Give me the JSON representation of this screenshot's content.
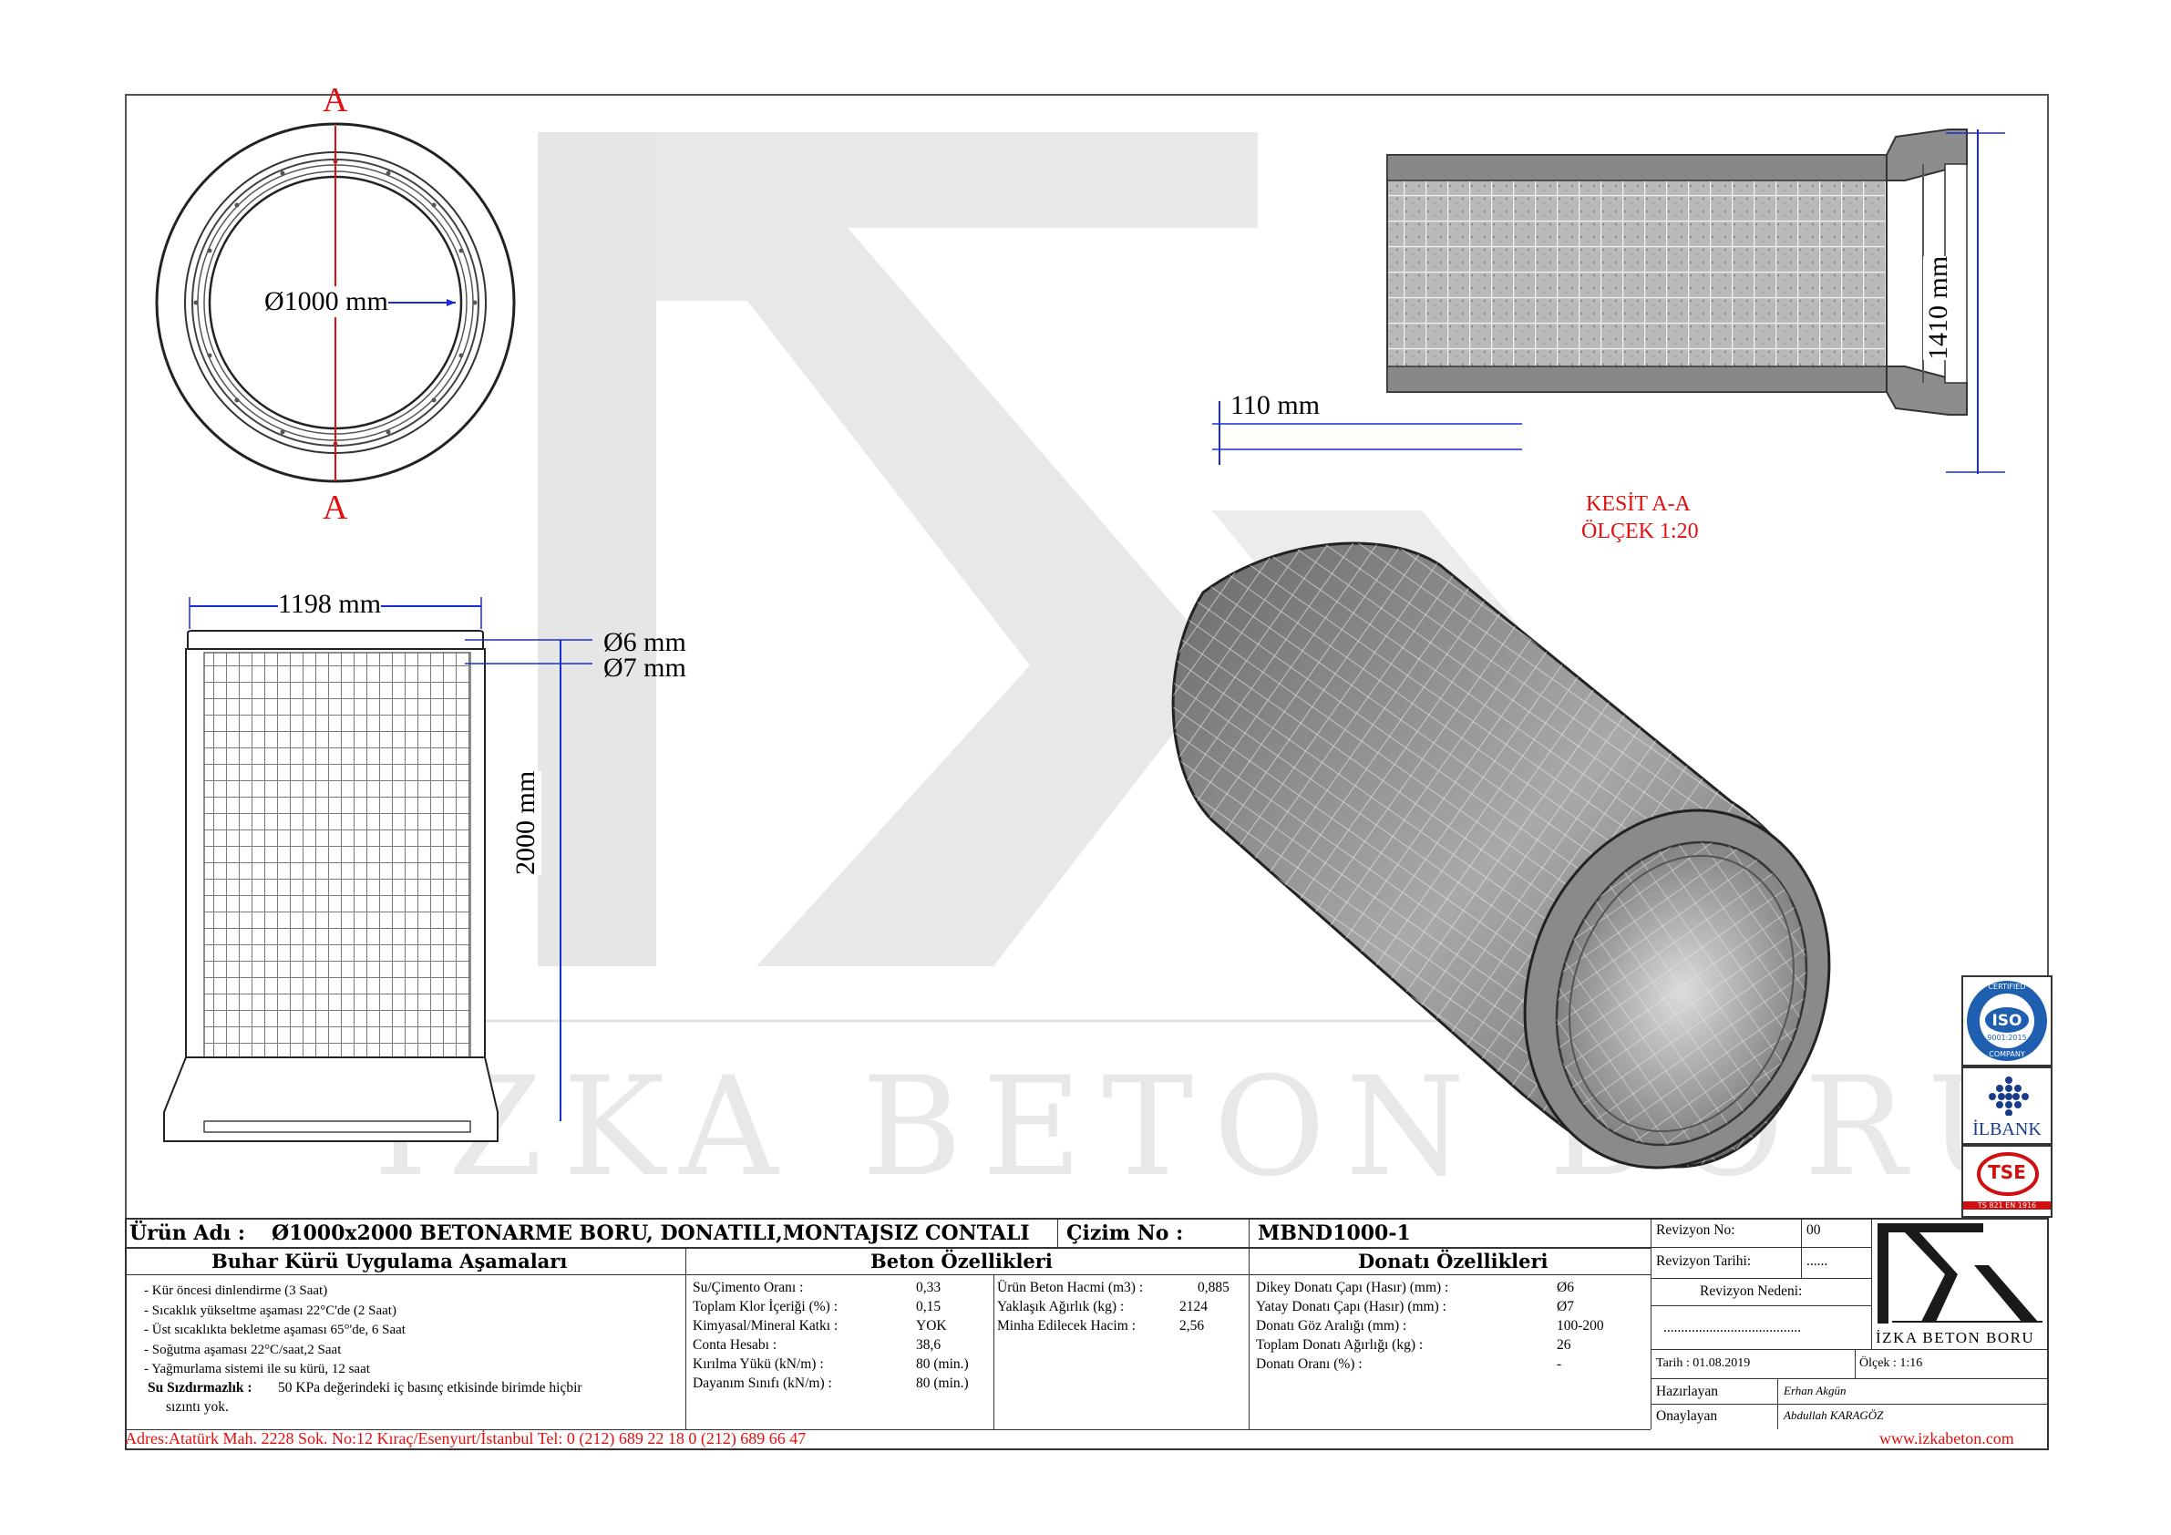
{
  "watermark": "İZKA BETON BORU",
  "top_view": {
    "diameter_label": "Ø1000 mm",
    "section_mark_top": "A",
    "section_mark_bottom": "A"
  },
  "side_view": {
    "width_label": "1198 mm",
    "height_label": "2000 mm",
    "vertical_bar_label": "Ø6 mm",
    "horizontal_bar_label": "Ø7 mm"
  },
  "section_view": {
    "height_label": "1410 mm",
    "wall_label": "110 mm",
    "caption_line1": "KESİT A-A",
    "caption_line2": "ÖLÇEK 1:20"
  },
  "certifications": {
    "iso_top": "CERTIFIED",
    "iso_main": "ISO",
    "iso_num": "9001:2015",
    "iso_bottom": "COMPANY",
    "ilbank": "İLBANK",
    "tse": "TSE",
    "tse_std": "TS 821 EN 1916"
  },
  "title_block": {
    "product_label": "Ürün Adı :",
    "product_name": "Ø1000x2000 BETONARME BORU, DONATILI,MONTAJSIZ CONTALI",
    "drawing_no_label": "Çizim No :",
    "drawing_no": "MBND1000-1",
    "revision_no_label": "Revizyon No:",
    "revision_no": "00",
    "revision_date_label": "Revizyon Tarihi:",
    "revision_date": "......",
    "revision_reason_label": "Revizyon Nedeni:",
    "revision_reason": ".......................................",
    "date": "Tarih : 01.08.2019",
    "scale": "Ölçek : 1:16",
    "prepared_label": "Hazırlayan",
    "prepared_by": "Erhan Akgün",
    "approved_label": "Onaylayan",
    "approved_by": "Abdullah KARAGÖZ",
    "logo_text": "İZKA BETON BORU"
  },
  "curing": {
    "title": "Buhar Kürü Uygulama Aşamaları",
    "steps": [
      "-      Kür öncesi dinlendirme (3 Saat)",
      "-      Sıcaklık yükseltme aşaması 22°C'de (2 Saat)",
      "-      Üst sıcaklıkta bekletme aşaması 65°'de, 6 Saat",
      "-      Soğutma aşaması 22°C/saat,2 Saat",
      "-      Yağmurlama sistemi ile su kürü, 12 saat"
    ],
    "watertight_label": "Su Sızdırmazlık :",
    "watertight_text": "50 KPa değerindeki iç basınç etkisinde birimde hiçbir",
    "watertight_text2": "sızıntı yok."
  },
  "concrete": {
    "title": "Beton Özellikleri",
    "left": [
      {
        "label": "Su/Çimento Oranı :",
        "value": "0,33"
      },
      {
        "label": "Toplam Klor İçeriği (%) :",
        "value": "0,15"
      },
      {
        "label": "Kimyasal/Mineral Katkı :",
        "value": "YOK"
      },
      {
        "label": "Conta Hesabı :",
        "value": "38,6"
      },
      {
        "label": "Kırılma Yükü (kN/m) :",
        "value": "80 (min.)"
      },
      {
        "label": "Dayanım Sınıfı (kN/m) :",
        "value": "80 (min.)"
      }
    ],
    "right": [
      {
        "label": "Ürün Beton Hacmi (m3) :",
        "value": "0,885"
      },
      {
        "label": "Yaklaşık Ağırlık (kg) :",
        "value": "2124"
      },
      {
        "label": "Minha Edilecek Hacim :",
        "value": "2,56"
      }
    ]
  },
  "rebar": {
    "title": "Donatı Özellikleri",
    "rows": [
      {
        "label": "Dikey Donatı Çapı (Hasır) (mm) :",
        "value": "Ø6"
      },
      {
        "label": "Yatay Donatı Çapı (Hasır) (mm) :",
        "value": "Ø7"
      },
      {
        "label": "Donatı Göz Aralığı (mm) :",
        "value": "100-200"
      },
      {
        "label": "Toplam Donatı Ağırlığı (kg) :",
        "value": "26"
      },
      {
        "label": "Donatı Oranı (%) :",
        "value": "-"
      }
    ]
  },
  "footer": {
    "address": "Adres:Atatürk Mah. 2228 Sok. No:12 Kıraç/Esenyurt/İstanbul Tel: 0 (212) 689 22 18 0 (212) 689 66 47",
    "website": "www.izkabeton.com"
  },
  "colors": {
    "accent_red": "#e01010",
    "dimension_blue": "#1a2bd8",
    "concrete_gray": "#8a8a8a",
    "watermark_gray": "#e4e4e4"
  }
}
